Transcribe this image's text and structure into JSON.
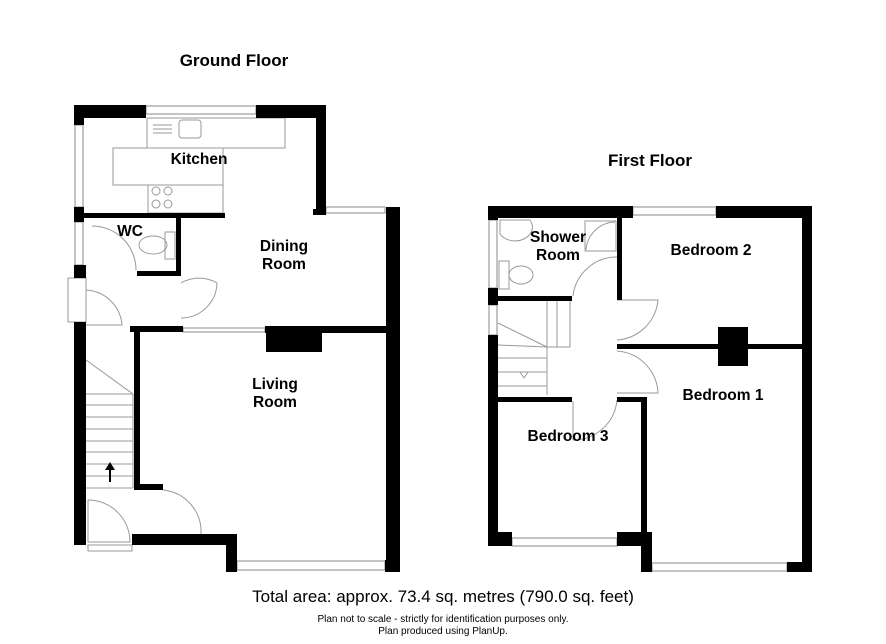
{
  "floors": {
    "ground": {
      "title": "Ground Floor",
      "rooms": {
        "kitchen": "Kitchen",
        "wc": "WC",
        "dining_1": "Dining",
        "dining_2": "Room",
        "living_1": "Living",
        "living_2": "Room"
      }
    },
    "first": {
      "title": "First Floor",
      "rooms": {
        "shower_1": "Shower",
        "shower_2": "Room",
        "bedroom2": "Bedroom 2",
        "bedroom1": "Bedroom 1",
        "bedroom3": "Bedroom 3"
      }
    }
  },
  "footer": {
    "area": "Total area: approx. 73.4 sq. metres (790.0 sq. feet)",
    "note1": "Plan not to scale - strictly for identification purposes only.",
    "note2": "Plan produced using PlanUp."
  }
}
